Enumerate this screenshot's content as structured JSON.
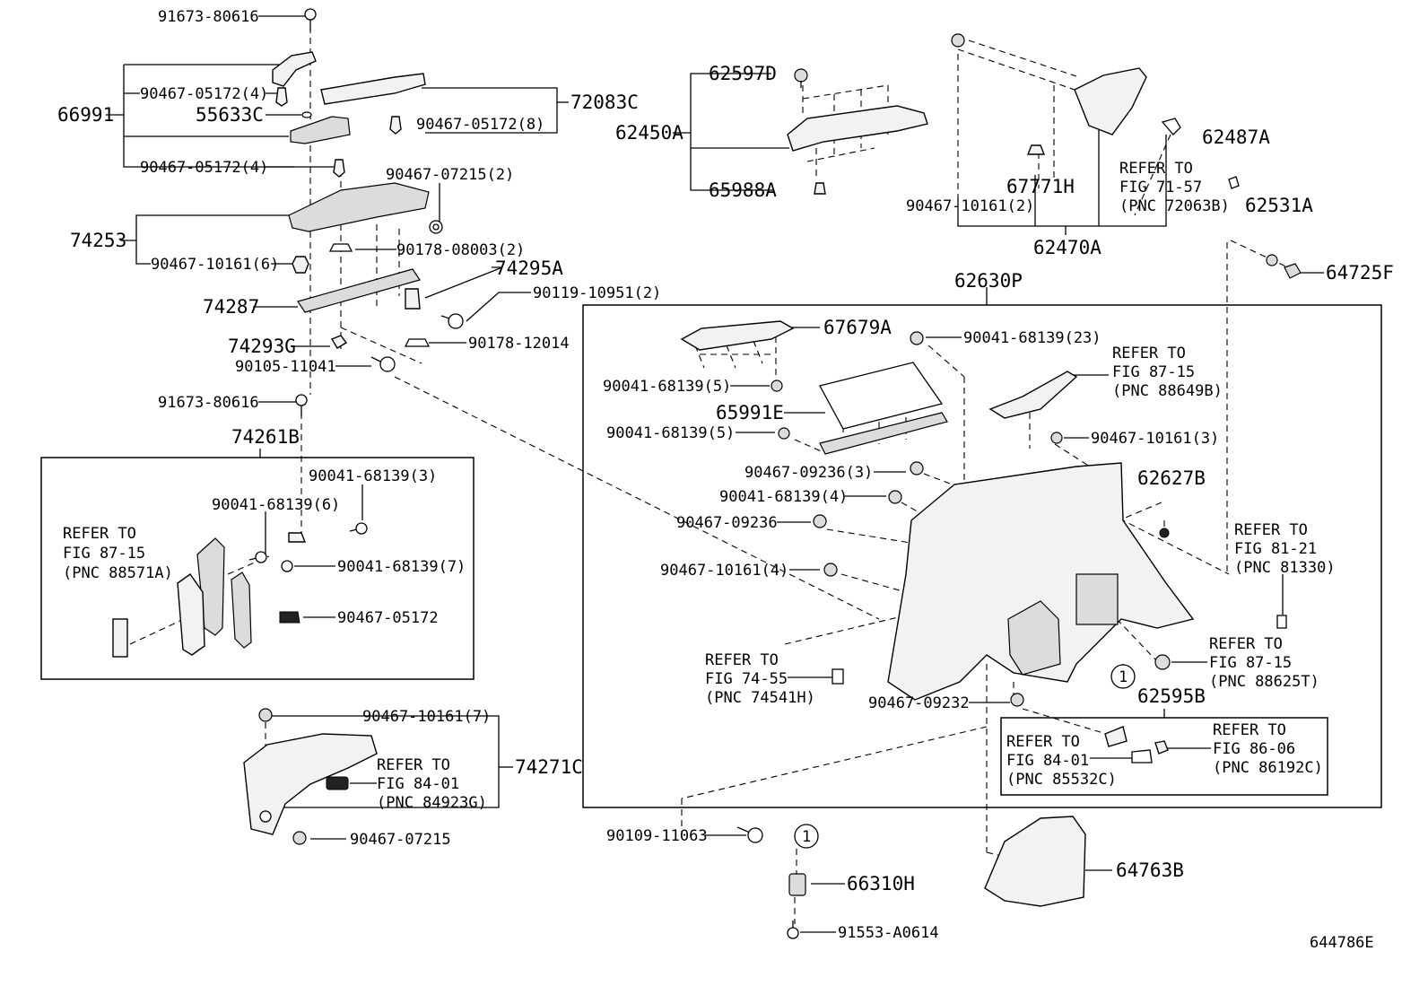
{
  "diagram_id": "644786E",
  "labels": {
    "l_91673_80616_a": "91673-80616",
    "l_66991": "66991",
    "l_90467_05172_4a": "90467-05172(4)",
    "l_55633C": "55633C",
    "l_72083C": "72083C",
    "l_90467_05172_8": "90467-05172(8)",
    "l_90467_05172_4b": "90467-05172(4)",
    "l_90467_07215_2": "90467-07215(2)",
    "l_74253": "74253",
    "l_90467_10161_6": "90467-10161(6)",
    "l_90178_08003_2": "90178-08003(2)",
    "l_74295A": "74295A",
    "l_74287": "74287",
    "l_90119_10951_2": "90119-10951(2)",
    "l_74293G": "74293G",
    "l_90178_12014": "90178-12014",
    "l_90105_11041": "90105-11041",
    "l_91673_80616_b": "91673-80616",
    "l_74261B": "74261B",
    "l_90041_68139_3": "90041-68139(3)",
    "l_90041_68139_6": "90041-68139(6)",
    "l_90041_68139_7": "90041-68139(7)",
    "l_90467_05172": "90467-05172",
    "l_90467_10161_7": "90467-10161(7)",
    "l_74271C": "74271C",
    "l_90467_07215": "90467-07215",
    "l_62597D": "62597D",
    "l_62450A": "62450A",
    "l_65988A": "65988A",
    "l_67771H": "67771H",
    "l_90467_10161_2": "90467-10161(2)",
    "l_62470A": "62470A",
    "l_62487A": "62487A",
    "l_62531A": "62531A",
    "l_64725F": "64725F",
    "l_62630P": "62630P",
    "l_67679A": "67679A",
    "l_90041_68139_23": "90041-68139(23)",
    "l_90041_68139_5a": "90041-68139(5)",
    "l_65991E": "65991E",
    "l_90041_68139_5b": "90041-68139(5)",
    "l_90467_10161_3": "90467-10161(3)",
    "l_90467_09236_3": "90467-09236(3)",
    "l_62627B": "62627B",
    "l_90041_68139_4": "90041-68139(4)",
    "l_90467_09236": "90467-09236",
    "l_90467_10161_4": "90467-10161(4)",
    "l_90467_09232": "90467-09232",
    "l_62595B": "62595B",
    "l_64763B": "64763B",
    "l_90109_11063": "90109-11063",
    "l_66310H": "66310H",
    "l_91553_A0614": "91553-A0614",
    "l_circle_1a": "1",
    "l_circle_1b": "1"
  },
  "refer_notes": {
    "r_88571A": [
      "REFER TO",
      "FIG 87-15",
      "(PNC 88571A)"
    ],
    "r_84923G": [
      "REFER TO",
      "FIG 84-01",
      "(PNC 84923G)"
    ],
    "r_72063B": [
      "REFER TO",
      "FIG 71-57",
      "(PNC 72063B)"
    ],
    "r_88649B": [
      "REFER TO",
      "FIG 87-15",
      "(PNC 88649B)"
    ],
    "r_81330": [
      "REFER TO",
      "FIG 81-21",
      "(PNC 81330)"
    ],
    "r_88625T": [
      "REFER TO",
      "FIG 87-15",
      "(PNC 88625T)"
    ],
    "r_74541H": [
      "REFER TO",
      "FIG 74-55",
      "(PNC 74541H)"
    ],
    "r_85532C": [
      "REFER TO",
      "FIG 84-01",
      "(PNC 85532C)"
    ],
    "r_86192C": [
      "REFER TO",
      "FIG 86-06",
      "(PNC 86192C)"
    ]
  }
}
